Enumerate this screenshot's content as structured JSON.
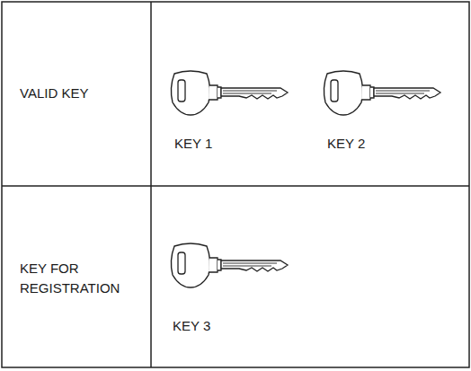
{
  "diagram": {
    "labels": [
      "VALID KEY",
      "KEY 1",
      "KEY 2",
      "KEY FOR REGISTRATION",
      "KEY 3"
    ]
  }
}
